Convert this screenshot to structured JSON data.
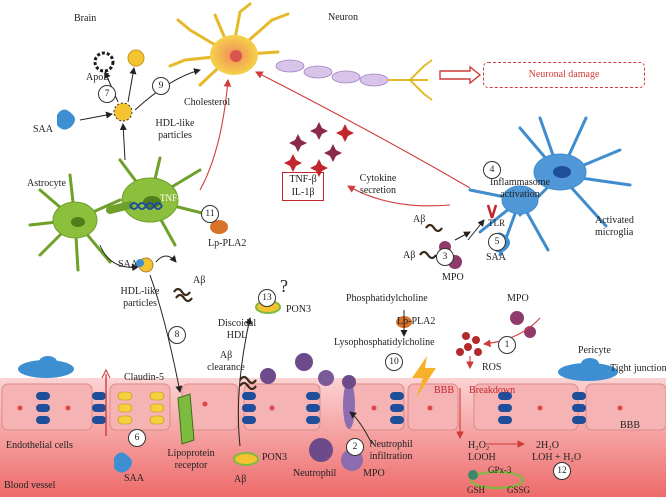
{
  "regions": {
    "brain": "Brain",
    "blood_vessel": "Blood vessel"
  },
  "labels": {
    "neuron": "Neuron",
    "neuronal_damage": "Neuronal damage",
    "apoe": "ApoE",
    "saa_top": "SAA",
    "cholesterol": "Cholesterol",
    "hdl_like_particles_top": "HDL-like particles",
    "astrocyte": "Astrocyte",
    "tnf_alpha": "TNF-α",
    "lp_pla2_left": "Lp-PLA2",
    "cytokine_line1": "TNF-β",
    "cytokine_line2": "IL-1β",
    "cytokine_secretion": "Cytokine secretion",
    "inflammasome_activation": "Inflammasome activation",
    "activated_microglia": "Activated microglia",
    "tlr": "TLR",
    "abeta_microglia_1": "Aβ",
    "abeta_microglia_2": "Aβ",
    "mpo_microglia": "MPO",
    "saa_microglia": "SAA",
    "saa_mid": "SAA",
    "abeta_mid": "Aβ",
    "hdl_like_particles_mid": "HDL-like particles",
    "abeta_clearance": "Aβ clearance",
    "discoidal_hdl": "Discoidal HDL",
    "pon3_mid": "PON3",
    "question_mark": "?",
    "phosphatidylcholine": "Phosphatidylcholine",
    "lp_pla2_mid": "Lp-PLA2",
    "lysophosphatidylcholine": "Lysophosphatidylcholine",
    "mpo_right": "MPO",
    "ros": "ROS",
    "pericyte": "Pericyte",
    "tight_junction": "Tight junction",
    "bbb_mid": "BBB",
    "breakdown": "Breakdown",
    "bbb_right": "BBB",
    "claudin5": "Claudin-5",
    "endothelial_cells": "Endothelial cells",
    "lipoprotein_receptor": "Lipoprotein receptor",
    "saa_bottom": "SAA",
    "pon3_bottom": "PON3",
    "abeta_bottom": "Aβ",
    "neutrophil": "Neutrophil",
    "mpo_bottom": "MPO",
    "neutrophil_infiltration": "Neutrophil infiltration",
    "h2o2": "H₂O₂",
    "looh": "LOOH",
    "h2o_2": "2H₂O",
    "loh_h2o": "LOH + H₂O",
    "gpx3": "GPx-3",
    "gsh": "GSH",
    "gssg": "GSSG"
  },
  "steps": [
    "1",
    "2",
    "3",
    "4",
    "5",
    "6",
    "7",
    "8",
    "9",
    "10",
    "11",
    "12",
    "13"
  ],
  "colors": {
    "arrow_red": "#d13b3b",
    "astrocyte": "#8bbf3c",
    "microglia": "#3f8ccf",
    "neuron": "#f3d24a",
    "vessel": "#f08a8a",
    "endothelium": "#f7b8b8",
    "tight_junction_blue": "#1f4e9a"
  }
}
